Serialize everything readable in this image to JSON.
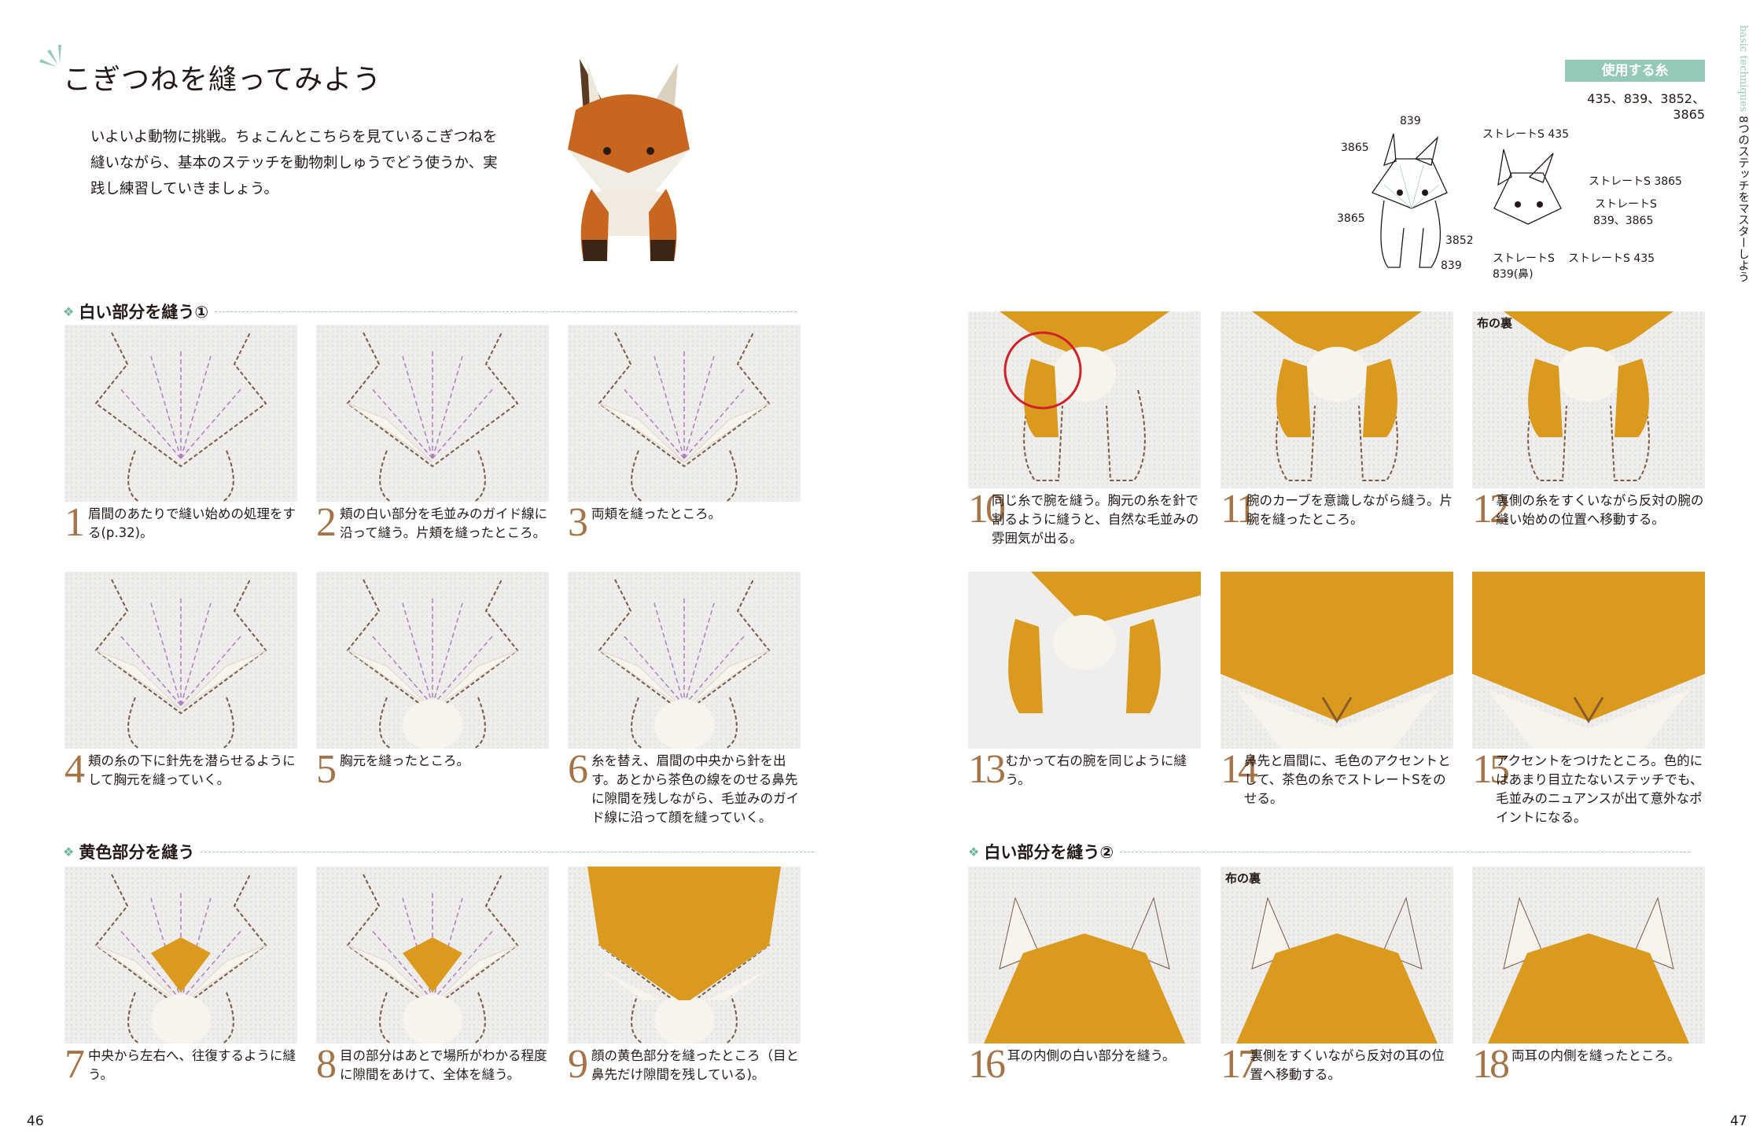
{
  "page": {
    "title": "こぎつねを縫ってみよう",
    "intro": "いよいよ動物に挑戦。ちょこんとこちらを見ているこぎつねを縫いながら、基本のステッチを動物刺しゅうでどう使うか、実践し練習していきましょう。",
    "page_left": "46",
    "page_right": "47",
    "side_en": "basic techniques",
    "side_jp": "8つのステッチをマスターしよう"
  },
  "threads": {
    "label": "使用する糸",
    "list": "435、839、3852、3865"
  },
  "diagram": {
    "left": [
      "839",
      "3865",
      "3865",
      "3852",
      "839"
    ],
    "right": [
      "ストレートS 435",
      "ストレートS 3865",
      "ストレートS",
      "839、3865",
      "ストレートS",
      "839(鼻)",
      "ストレートS 435"
    ]
  },
  "sections": [
    {
      "label": "白い部分を縫う①"
    },
    {
      "label": "黄色部分を縫う"
    },
    {
      "label": "白い部分を縫う②"
    }
  ],
  "back_label": "布の裏",
  "steps": [
    {
      "n": "1",
      "text": "眉間のあたりで縫い始めの処理をする(p.32)。"
    },
    {
      "n": "2",
      "text": "頬の白い部分を毛並みのガイド線に沿って縫う。片頬を縫ったところ。"
    },
    {
      "n": "3",
      "text": "両頬を縫ったところ。"
    },
    {
      "n": "4",
      "text": "頬の糸の下に針先を潜らせるようにして胸元を縫っていく。"
    },
    {
      "n": "5",
      "text": "胸元を縫ったところ。"
    },
    {
      "n": "6",
      "text": "糸を替え、眉間の中央から針を出す。あとから茶色の線をのせる鼻先に隙間を残しながら、毛並みのガイド線に沿って顔を縫っていく。"
    },
    {
      "n": "7",
      "text": "中央から左右へ、往復するように縫う。"
    },
    {
      "n": "8",
      "text": "目の部分はあとで場所がわかる程度に隙間をあけて、全体を縫う。"
    },
    {
      "n": "9",
      "text": "顔の黄色部分を縫ったところ（目と鼻先だけ隙間を残している)。"
    },
    {
      "n": "10",
      "text": "同じ糸で腕を縫う。胸元の糸を針で割るように縫うと、自然な毛並みの雰囲気が出る。"
    },
    {
      "n": "11",
      "text": "腕のカーブを意識しながら縫う。片腕を縫ったところ。"
    },
    {
      "n": "12",
      "text": "裏側の糸をすくいながら反対の腕の縫い始めの位置へ移動する。"
    },
    {
      "n": "13",
      "text": "むかって右の腕を同じように縫う。"
    },
    {
      "n": "14",
      "text": "鼻先と眉間に、毛色のアクセントとして、茶色の糸でストレートSをのせる。"
    },
    {
      "n": "15",
      "text": "アクセントをつけたところ。色的にはあまり目立たないステッチでも、毛並みのニュアンスが出て意外なポイントになる。"
    },
    {
      "n": "16",
      "text": "耳の内側の白い部分を縫う。"
    },
    {
      "n": "17",
      "text": "裏側をすくいながら反対の耳の位置へ移動する。"
    },
    {
      "n": "18",
      "text": "両耳の内側を縫ったところ。"
    }
  ],
  "colors": {
    "accent": "#94c9b8",
    "number": "#a47448",
    "fox_orange": "#d99a1e"
  }
}
